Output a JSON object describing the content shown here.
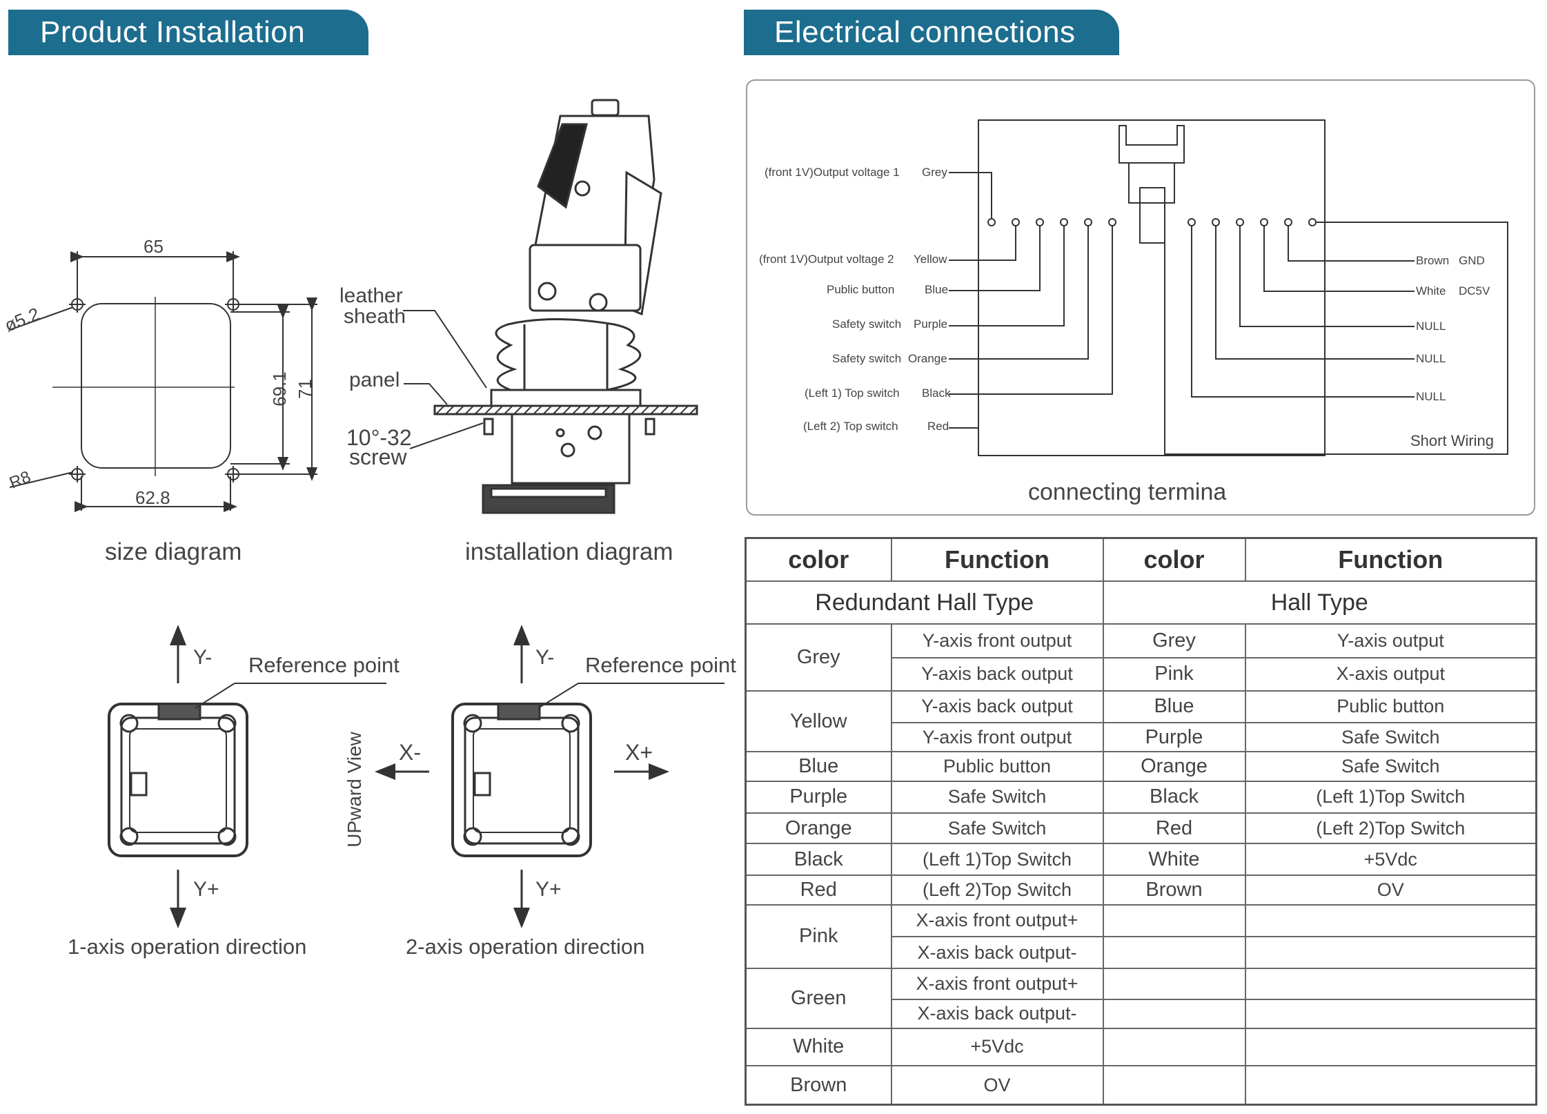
{
  "sections": {
    "product_installation": "Product Installation",
    "electrical_connections": "Electrical connections"
  },
  "size_diagram": {
    "caption": "size diagram",
    "dim_top": "65",
    "dim_bottom": "62.8",
    "dim_hole": "ø5.2",
    "dim_radius": "R8",
    "dim_inner_height": "69.1",
    "dim_outer_height": "71"
  },
  "installation_diagram": {
    "caption": "installation diagram",
    "leather_line1": "leather",
    "leather_line2": "sheath",
    "panel": "panel",
    "screw_line1": "10°-32",
    "screw_line2": "screw"
  },
  "operation": {
    "one_axis_caption": "1-axis operation direction",
    "two_axis_caption": "2-axis operation direction",
    "reference_point": "Reference point",
    "y_minus": "Y-",
    "y_plus": "Y+",
    "x_minus": "X-",
    "x_plus": "X+",
    "upward_view": "UPward View"
  },
  "wiring": {
    "caption": "connecting termina",
    "left_wires": [
      {
        "function": "(front 1V)Output voltage 1",
        "color": "Grey"
      },
      {
        "function": "(front  1V)Output voltage 2",
        "color": "Yellow"
      },
      {
        "function": "Public button",
        "color": "Blue"
      },
      {
        "function": "Safety switch",
        "color": "Purple"
      },
      {
        "function": "Safety switch",
        "color": "Orange"
      },
      {
        "function": "(Left 1) Top switch",
        "color": "Black"
      },
      {
        "function": "(Left 2) Top switch",
        "color": "Red"
      }
    ],
    "right_wires": [
      {
        "color": "Brown",
        "function": "GND"
      },
      {
        "color": "White",
        "function": "DC5V"
      },
      {
        "color": "NULL",
        "function": ""
      },
      {
        "color": "NULL",
        "function": ""
      },
      {
        "color": "NULL",
        "function": ""
      }
    ],
    "short_wiring": "Short Wiring"
  },
  "table": {
    "headers": [
      "color",
      "Function",
      "color",
      "Function"
    ],
    "left_type": "Redundant Hall Type",
    "right_type": "Hall Type",
    "left": {
      "grey": "Grey",
      "grey_f1": "Y-axis front output",
      "grey_f2": "Y-axis back output",
      "yellow": "Yellow",
      "yellow_f1": "Y-axis back output",
      "yellow_f2": "Y-axis front output",
      "blue": "Blue",
      "blue_f": "Public button",
      "purple": "Purple",
      "purple_f": "Safe Switch",
      "orange": "Orange",
      "orange_f": "Safe Switch",
      "black": "Black",
      "black_f": "(Left 1)Top Switch",
      "red": "Red",
      "red_f": "(Left 2)Top Switch",
      "pink": "Pink",
      "pink_f1": "X-axis front output+",
      "pink_f2": "X-axis back output-",
      "green": "Green",
      "green_f1": "X-axis front output+",
      "green_f2": "X-axis back output-",
      "white": "White",
      "white_f": "+5Vdc",
      "brown": "Brown",
      "brown_f": "OV"
    },
    "right": [
      {
        "color": "Grey",
        "function": "Y-axis output"
      },
      {
        "color": "Pink",
        "function": "X-axis output"
      },
      {
        "color": "Blue",
        "function": "Public button"
      },
      {
        "color": "Purple",
        "function": "Safe Switch"
      },
      {
        "color": "Orange",
        "function": "Safe Switch"
      },
      {
        "color": "Black",
        "function": "(Left 1)Top Switch"
      },
      {
        "color": "Red",
        "function": "(Left 2)Top Switch"
      },
      {
        "color": "White",
        "function": "+5Vdc"
      },
      {
        "color": "Brown",
        "function": "OV"
      }
    ]
  }
}
